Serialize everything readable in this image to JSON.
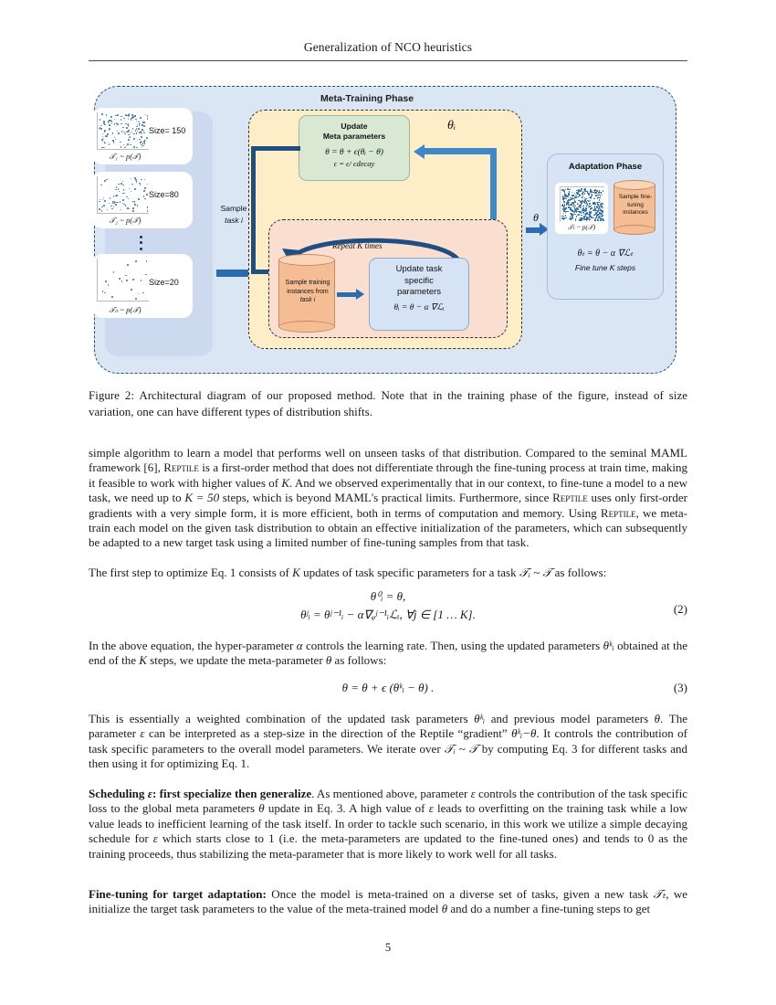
{
  "header": {
    "running_title": "Generalization of NCO heuristics"
  },
  "figure": {
    "meta_training_title": "Meta-Training Phase",
    "adaptation_title": "Adaptation Phase",
    "sample_arrow_label_line1": "Sample",
    "sample_arrow_label_line2": "task i",
    "theta_i_label": "θᵢ",
    "theta_label": "θ",
    "tasks": [
      {
        "size_label": "Size= 150",
        "distribution": "𝒯₁ ~ p(𝒯)",
        "n_points": 150
      },
      {
        "size_label": "Size=80",
        "distribution": "𝒯₂ ~ p(𝒯)",
        "n_points": 80
      },
      {
        "size_label": "Size=20",
        "distribution": "𝒯ₙ ~ p(𝒯)",
        "n_points": 20
      }
    ],
    "update_meta": {
      "title_line1": "Update",
      "title_line2": "Meta parameters",
      "equation1": "θ = θ + ϵ(θᵢ − θ)",
      "equation2": "ϵ = ϵ/ ϵdecay"
    },
    "repeat_label": "Repeat  K times",
    "sample_cylinder": {
      "line1": "Sample training",
      "line2": "instances from",
      "line3": "task i"
    },
    "update_task": {
      "title_line1": "Update task",
      "title_line2": "specific",
      "title_line3": "parameters",
      "equation": "θᵢ = θ − α ∇ℒᵢ"
    },
    "adaptation": {
      "distribution": "𝒯ₜ ~ p(𝒯)",
      "cylinder_line1": "Sample fine-",
      "cylinder_line2": "tuning",
      "cylinder_line3": "instances",
      "equation": "θₜ = θ − α ∇ℒₜ",
      "note": "Fine tune K steps"
    },
    "colors": {
      "outer_panel": "#dbe6f4",
      "task_column": "#ccd9ef",
      "meta_inner": "#fdeec8",
      "inner_loop": "#fadfd0",
      "update_meta_box": "#d9e8d3",
      "update_task_box": "#d6e3f5",
      "cylinder": "#f4bd93",
      "arrow": "#2a6cb0",
      "dashed_border": "#2f2f2f"
    }
  },
  "caption": {
    "label": "Figure 2:",
    "text": " Architectural diagram of our proposed method. Note that in the training phase of the figure, instead of size variation, one can have different types of distribution shifts."
  },
  "body": {
    "p1_part1": "simple algorithm to learn a model that performs well on unseen tasks of that distribution. Compared to the seminal MAML framework [6], ",
    "p1_reptile1": "Reptile",
    "p1_part2": " is a first-order method that does not differentiate through the fine-tuning process at train time, making it feasible to work with higher values of ",
    "p1_K1": "K",
    "p1_part3": ". And we observed experimentally that in our context, to fine-tune a model to a new task, we need up to ",
    "p1_K50": "K = 50",
    "p1_part4": " steps, which is beyond MAML's practical limits. Furthermore, since ",
    "p1_reptile2": "Reptile",
    "p1_part5": " uses only first-order gradients with a very simple form, it is more efficient, both in terms of computation and memory. Using ",
    "p1_reptile3": "Reptile",
    "p1_part6": ", we meta-train each model on the given task distribution to obtain an effective initialization of the parameters, which can subsequently be adapted to a new target task using a limited number of fine-tuning samples from that task.",
    "p2_part1": "The first step to optimize Eq. 1 consists of ",
    "p2_K": "K",
    "p2_part2": " updates of task specific parameters for a task ",
    "p2_task": "𝒯ᵢ ~ 𝒯",
    "p2_part3": " as follows:",
    "eq2_line1": "θ⁰ᵢ = θ,",
    "eq2_line2": "θʲᵢ = θʲ⁻¹ᵢ − α∇ᵩʲ⁻¹ᵢℒᵢ,   ∀j ∈ [1 … K].",
    "eq2_number": "(2)",
    "p3_part1": "In the above equation, the hyper-parameter ",
    "p3_alpha": "α",
    "p3_part2": " controls the learning rate. Then, using the updated parameters ",
    "p3_thetaK": "θᵏᵢ",
    "p3_part3": " obtained at the end of the ",
    "p3_K": "K",
    "p3_part4": " steps, we update the meta-parameter ",
    "p3_theta": "θ",
    "p3_part5": " as follows:",
    "eq3": "θ = θ + ϵ (θᵏᵢ − θ) .",
    "eq3_number": "(3)",
    "p4_part1": "This is essentially a weighted combination of the updated task parameters ",
    "p4_thetaK": "θᵏᵢ",
    "p4_part2": " and previous model parameters ",
    "p4_theta": "θ",
    "p4_part3": ". The parameter ",
    "p4_eps": "ε",
    "p4_part4": " can be interpreted as a step-size in the direction of the Reptile “gradient” ",
    "p4_grad": "θᵏᵢ−θ",
    "p4_part5": ". It controls the contribution of task specific parameters to the overall model parameters. We iterate over ",
    "p4_task": "𝒯ᵢ ~ 𝒯",
    "p4_part6": " by computing Eq. 3 for different tasks and then using it for optimizing Eq. 1.",
    "p5_heading_a": "Scheduling ",
    "p5_heading_eps": "ε",
    "p5_heading_b": ": first specialize then generalize",
    "p5_part1": ". As mentioned above, parameter ",
    "p5_eps1": "ε",
    "p5_part2": " controls the contribution of the task specific loss to the global meta parameters ",
    "p5_theta": "θ",
    "p5_part3": " update in Eq. 3. A high value of ",
    "p5_eps2": "ε",
    "p5_part4": " leads to overfitting on the training task while a low value leads to inefficient learning of the task itself. In order to tackle such scenario, in this work we utilize a simple decaying schedule for ",
    "p5_eps3": "ε",
    "p5_part5": " which starts close to 1 (i.e. the meta-parameters are updated to the fine-tuned ones) and tends to 0 as the training proceeds, thus stabilizing the meta-parameter that is more likely to work well for all tasks.",
    "p6_heading": "Fine-tuning for target adaptation:",
    "p6_part1": " Once the model is meta-trained on a diverse set of tasks, given a new task ",
    "p6_task": "𝒯ₜ",
    "p6_part2": ", we initialize the target task parameters to the value of the meta-trained model ",
    "p6_theta": "θ",
    "p6_part3": " and do a number a fine-tuning steps to get"
  },
  "footer": {
    "page_number": "5"
  }
}
